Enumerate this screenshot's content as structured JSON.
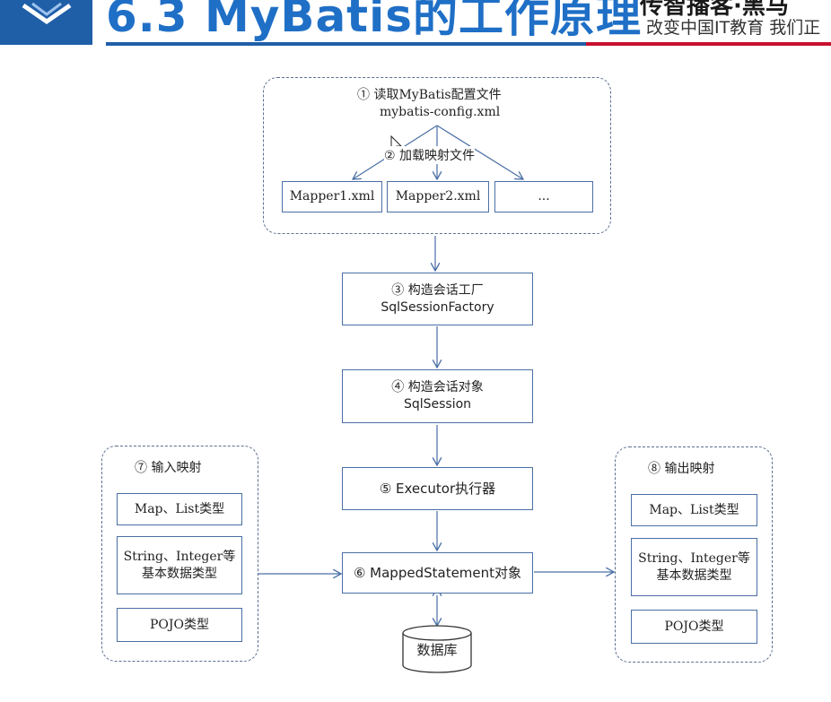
{
  "header": {
    "title": "6.3 MyBatis的工作原理",
    "brand": "传智播客·黑马",
    "slogan": "改变中国IT教育 我们正"
  },
  "config_group": {
    "step1_line1": "① 读取MyBatis配置文件",
    "step1_line2": "mybatis-config.xml",
    "step2": "② 加载映射文件",
    "mappers": [
      "Mapper1.xml",
      "Mapper2.xml",
      "..."
    ]
  },
  "steps": {
    "factory": {
      "line1": "③ 构造会话工厂",
      "line2": "SqlSessionFactory"
    },
    "session": {
      "line1": "④ 构造会话对象",
      "line2": "SqlSession"
    },
    "executor": {
      "line1": "⑤ Executor执行器"
    },
    "mapped": {
      "line1": "⑥ MappedStatement对象"
    },
    "database": "数据库"
  },
  "input_group": {
    "title": "⑦ 输入映射",
    "items": [
      {
        "line1": "Map、List类型"
      },
      {
        "line1": "String、Integer等",
        "line2": "基本数据类型"
      },
      {
        "line1": "POJO类型"
      }
    ]
  },
  "output_group": {
    "title": "⑧ 输出映射",
    "items": [
      {
        "line1": "Map、List类型"
      },
      {
        "line1": "String、Integer等",
        "line2": "基本数据类型"
      },
      {
        "line1": "POJO类型"
      }
    ]
  },
  "colors": {
    "header_blue": "#1f5fa8",
    "title_blue": "#1f6fc6",
    "accent_red": "#c8102e",
    "line_blue": "#4a6fa5"
  }
}
